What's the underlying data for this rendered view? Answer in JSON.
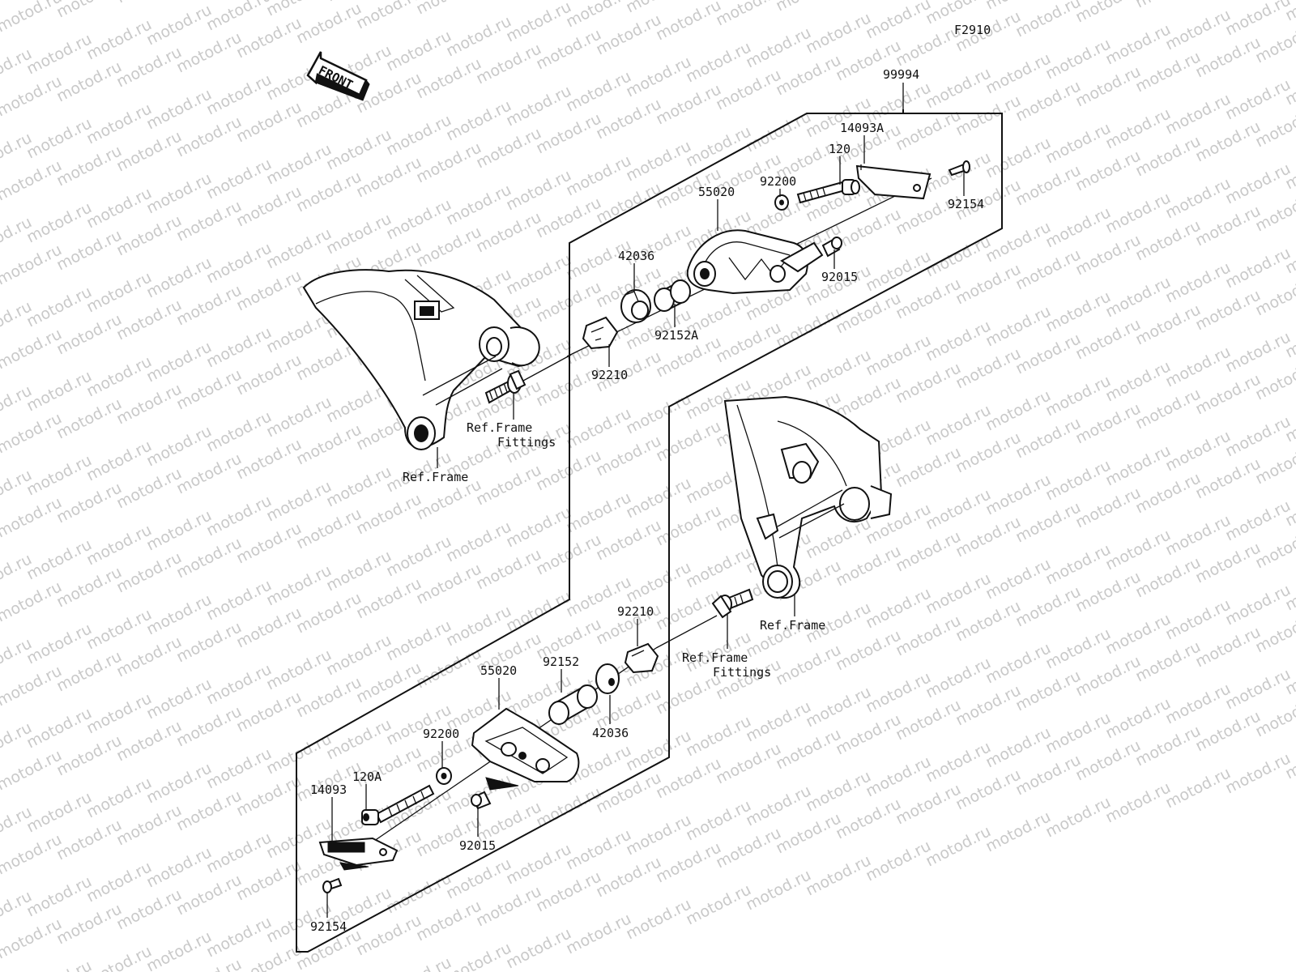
{
  "diagram_id": "F2910",
  "front_label": "FRONT",
  "watermark": "motod.ru",
  "kit_number": "99994",
  "upper_group": {
    "labels": {
      "plate": "14093A",
      "bolt": "120",
      "washer": "92200",
      "screw": "92154",
      "slider": "55020",
      "collar_small": "92015",
      "cap": "42036",
      "spacer": "92152A",
      "adapter": "92210",
      "ref_fittings_1": "Ref.Frame",
      "ref_fittings_2": "Fittings",
      "ref_frame": "Ref.Frame"
    }
  },
  "lower_group": {
    "labels": {
      "adapter": "92210",
      "spacer": "92152",
      "slider": "55020",
      "cap": "42036",
      "washer": "92200",
      "bolt": "120A",
      "plate": "14093",
      "collar_small": "92015",
      "screw": "92154",
      "ref_frame": "Ref.Frame",
      "ref_fittings_1": "Ref.Frame",
      "ref_fittings_2": "Fittings"
    }
  }
}
